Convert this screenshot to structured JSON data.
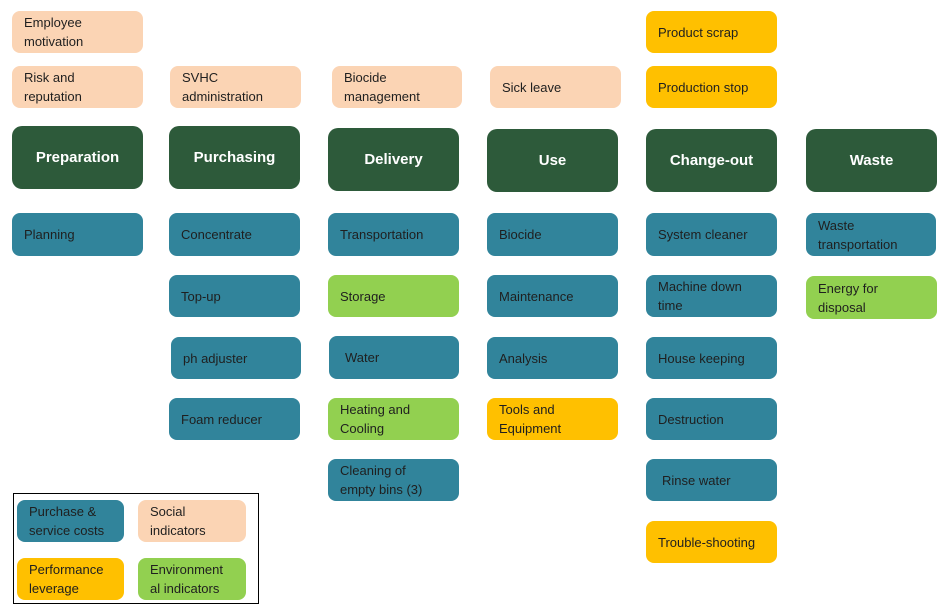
{
  "colors": {
    "header": "#2d5a3a",
    "purchase_service_costs": "#31849b",
    "social_indicators": "#fbd4b4",
    "performance_leverage": "#ffc000",
    "environmental_indicators": "#92d050"
  },
  "stages": {
    "preparation": "Preparation",
    "purchasing": "Purchasing",
    "delivery": "Delivery",
    "use": "Use",
    "change_out": "Change-out",
    "waste": "Waste"
  },
  "above": {
    "employee_motivation": "Employee\nmotivation",
    "risk_reputation": "Risk and\nreputation",
    "svhc_admin": "SVHC\nadministration",
    "biocide_mgmt": "Biocide\nmanagement",
    "sick_leave": "Sick leave",
    "product_scrap": "Product scrap",
    "production_stop": "Production stop"
  },
  "preparation_items": {
    "planning": "Planning"
  },
  "purchasing_items": {
    "concentrate": "Concentrate",
    "top_up": "Top-up",
    "ph_adjuster": "ph adjuster",
    "foam_reducer": "Foam reducer"
  },
  "delivery_items": {
    "transportation": "Transportation",
    "storage": "Storage",
    "water": "Water",
    "heating_cooling": "Heating and\nCooling",
    "cleaning_bins": "Cleaning of\nempty bins (3)"
  },
  "use_items": {
    "biocide": "Biocide",
    "maintenance": "Maintenance",
    "analysis": "Analysis",
    "tools_equipment": "Tools and\nEquipment"
  },
  "changeout_items": {
    "system_cleaner": "System cleaner",
    "machine_down_time": "Machine down\ntime",
    "house_keeping": "House keeping",
    "destruction": "Destruction",
    "rinse_water": "Rinse water",
    "trouble_shooting": "Trouble-shooting"
  },
  "waste_items": {
    "waste_transportation": "Waste\ntransportation",
    "energy_disposal": "Energy for\ndisposal"
  },
  "legend": {
    "purchase_service_costs": "Purchase &\nservice costs",
    "social_indicators": "Social\nindicators",
    "performance_leverage": "Performance\nleverage",
    "environmental_indicators": "Environment\nal indicators"
  }
}
